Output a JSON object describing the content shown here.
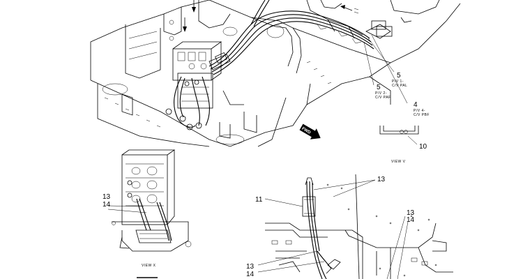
{
  "callouts": {
    "c4": "4",
    "c5a": "5",
    "c5b": "5",
    "c10": "10",
    "c11": "11",
    "c13a": "13",
    "c14a": "14",
    "c13b": "13",
    "c13c": "13",
    "c14c": "14",
    "c13d": "13",
    "c14d": "14"
  },
  "notes": {
    "n4_l1": "P/V 4-",
    "n4_l2": "C/V PBF",
    "n5a_l1": "P/V 1-",
    "n5a_l2": "C/V PAL",
    "n5b_l1": "P/V 2-",
    "n5b_l2": "C/V PAF",
    "fwd": "FWD"
  },
  "views": {
    "view_v": "VIEW V",
    "view_x": "VIEW X"
  }
}
